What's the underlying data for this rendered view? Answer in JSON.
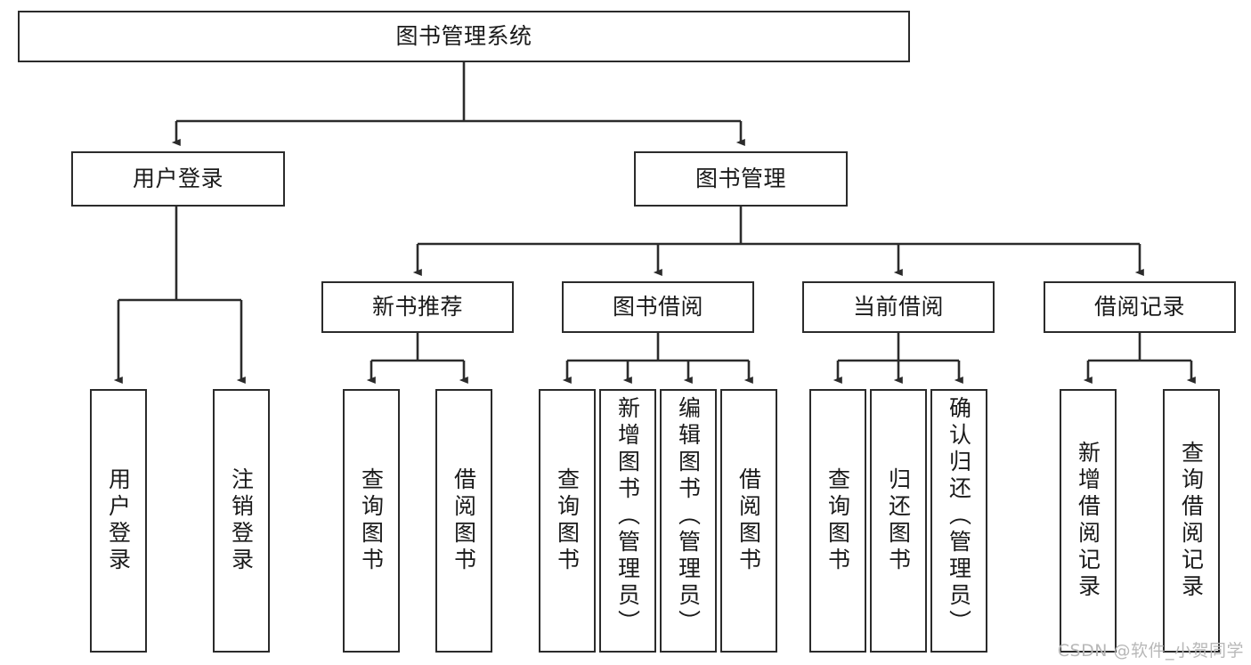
{
  "diagram": {
    "type": "tree-hierarchy",
    "title": "图书管理系统",
    "root": {
      "label": "图书管理系统"
    },
    "level2": [
      {
        "id": "user-login",
        "label": "用户登录"
      },
      {
        "id": "book-management",
        "label": "图书管理"
      }
    ],
    "level3": [
      {
        "id": "new-book-recommend",
        "label": "新书推荐",
        "parent": "book-management"
      },
      {
        "id": "book-borrow",
        "label": "图书借阅",
        "parent": "book-management"
      },
      {
        "id": "current-borrow",
        "label": "当前借阅",
        "parent": "book-management"
      },
      {
        "id": "borrow-record",
        "label": "借阅记录",
        "parent": "book-management"
      }
    ],
    "leaves": [
      {
        "id": "leaf-user-login",
        "label": "用户登录",
        "parent": "user-login"
      },
      {
        "id": "leaf-logout-login",
        "label": "注销登录",
        "parent": "user-login"
      },
      {
        "id": "leaf-query-book-1",
        "label": "查询图书",
        "parent": "new-book-recommend"
      },
      {
        "id": "leaf-borrow-book-1",
        "label": "借阅图书",
        "parent": "new-book-recommend"
      },
      {
        "id": "leaf-query-book-2",
        "label": "查询图书",
        "parent": "book-borrow"
      },
      {
        "id": "leaf-add-book",
        "label": "新增图书（管理员）",
        "parent": "book-borrow"
      },
      {
        "id": "leaf-edit-book",
        "label": "编辑图书（管理员）",
        "parent": "book-borrow"
      },
      {
        "id": "leaf-borrow-book-2",
        "label": "借阅图书",
        "parent": "book-borrow"
      },
      {
        "id": "leaf-query-book-3",
        "label": "查询图书",
        "parent": "current-borrow"
      },
      {
        "id": "leaf-return-book",
        "label": "归还图书",
        "parent": "current-borrow"
      },
      {
        "id": "leaf-confirm-return",
        "label": "确认归还（管理员）",
        "parent": "current-borrow"
      },
      {
        "id": "leaf-add-record",
        "label": "新增借阅记录",
        "parent": "borrow-record"
      },
      {
        "id": "leaf-query-record",
        "label": "查询借阅记录",
        "parent": "borrow-record"
      }
    ]
  },
  "watermark": {
    "text": "CSDN @软件_小贺同学"
  },
  "colors": {
    "stroke": "#2b2b2b",
    "box_fill": "#ffffff",
    "text": "#1a1a1a",
    "watermark": "#b8b8b8",
    "background": "#ffffff"
  }
}
